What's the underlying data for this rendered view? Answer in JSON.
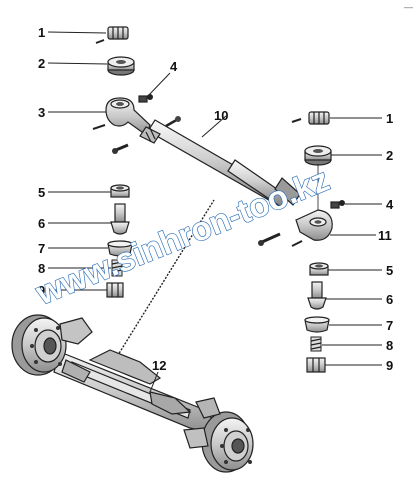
{
  "diagram": {
    "corner_mark": "—",
    "callouts": {
      "left_1": "1",
      "left_2": "2",
      "left_3": "3",
      "left_4": "4",
      "left_5": "5",
      "left_6": "6",
      "left_7": "7",
      "left_8": "8",
      "left_9": "9",
      "label_10": "10",
      "label_11": "11",
      "label_12": "12",
      "right_1": "1",
      "right_2": "2",
      "right_4": "4",
      "right_5": "5",
      "right_6": "6",
      "right_7": "7",
      "right_8": "8",
      "right_9": "9"
    },
    "watermark": "www.sinhron-too.kz",
    "colors": {
      "metal": "#d6d6d6",
      "dark": "#555555",
      "outline": "#222222",
      "watermark": "#2a6fb8"
    }
  }
}
